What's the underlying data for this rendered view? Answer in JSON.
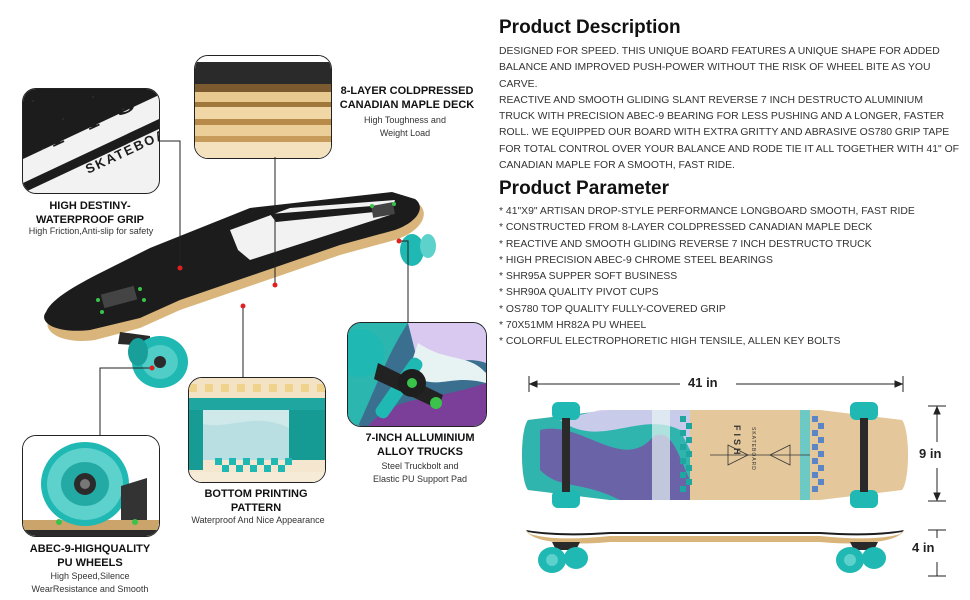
{
  "description": {
    "title": "Product Description",
    "p1": "DESIGNED FOR SPEED. THIS UNIQUE BOARD FEATURES A UNIQUE SHAPE FOR ADDED BALANCE AND IMPROVED PUSH-POWER WITHOUT THE RISK OF WHEEL BITE AS YOU CARVE.",
    "p2": "REACTIVE AND SMOOTH GLIDING SLANT REVERSE 7 INCH DESTRUCTO ALUMINIUM TRUCK WITH PRECISION ABEC-9 BEARING FOR LESS PUSHING AND A LONGER, FASTER ROLL. WE EQUIPPED OUR BOARD WITH EXTRA GRITTY AND ABRASIVE OS780 GRIP TAPE FOR TOTAL CONTROL OVER YOUR BALANCE AND RODE TIE IT ALL TOGETHER WITH 41\" OF CANADIAN MAPLE FOR A SMOOTH, FAST RIDE."
  },
  "parameter": {
    "title": "Product Parameter",
    "items": [
      "* 41\"X9\" ARTISAN DROP-STYLE PERFORMANCE LONGBOARD SMOOTH, FAST RIDE",
      "* CONSTRUCTED FROM 8-LAYER COLDPRESSED CANADIAN MAPLE DECK",
      "* REACTIVE AND SMOOTH GLIDING REVERSE 7 INCH DESTRUCTO TRUCK",
      "* HIGH PRECISION ABEC-9 CHROME STEEL BEARINGS",
      "* SHR95A SUPPER SOFT BUSINESS",
      "* SHR90A QUALITY PIVOT CUPS",
      "* OS780 TOP QUALITY FULLY-COVERED GRIP",
      "* 70X51MM HR82A PU WHEEL",
      "* COLORFUL ELECTROPHORETIC HIGH TENSILE, ALLEN KEY BOLTS"
    ]
  },
  "callouts": {
    "grip": {
      "title_1": "HIGH DESTINY-",
      "title_2": "WATERPROOF GRIP",
      "sub": "High Friction,Anti-slip for safety"
    },
    "deck": {
      "title_1": "8-LAYER COLDPRESSED",
      "title_2": "CANADIAN MAPLE DECK",
      "sub_1": "High Toughness and",
      "sub_2": "Weight Load"
    },
    "trucks": {
      "title_1": "7-INCH ALLUMINIUM",
      "title_2": "ALLOY TRUCKS",
      "sub_1": "Steel Truckbolt and",
      "sub_2": "Elastic PU Support Pad"
    },
    "bottom": {
      "title_1": "BOTTOM PRINTING",
      "title_2": "PATTERN",
      "sub": "Waterproof And Nice Appearance"
    },
    "wheels": {
      "title_1": "ABEC-9-HIGHQUALITY",
      "title_2": "PU WHEELS",
      "sub_1": "High Speed,Silence",
      "sub_2": "WearResistance and Smooth"
    }
  },
  "grip_logo": {
    "letters": "F I S",
    "word": "SKATEBOAR"
  },
  "deck_logo": {
    "top": "FISH",
    "bottom": "SKATEBOARD"
  },
  "dimensions": {
    "length": "41 in",
    "width": "9 in",
    "height": "4 in"
  },
  "colors": {
    "teal": "#1fb8b3",
    "grip": "#1c1c1c",
    "maple": "#e4c79a"
  }
}
